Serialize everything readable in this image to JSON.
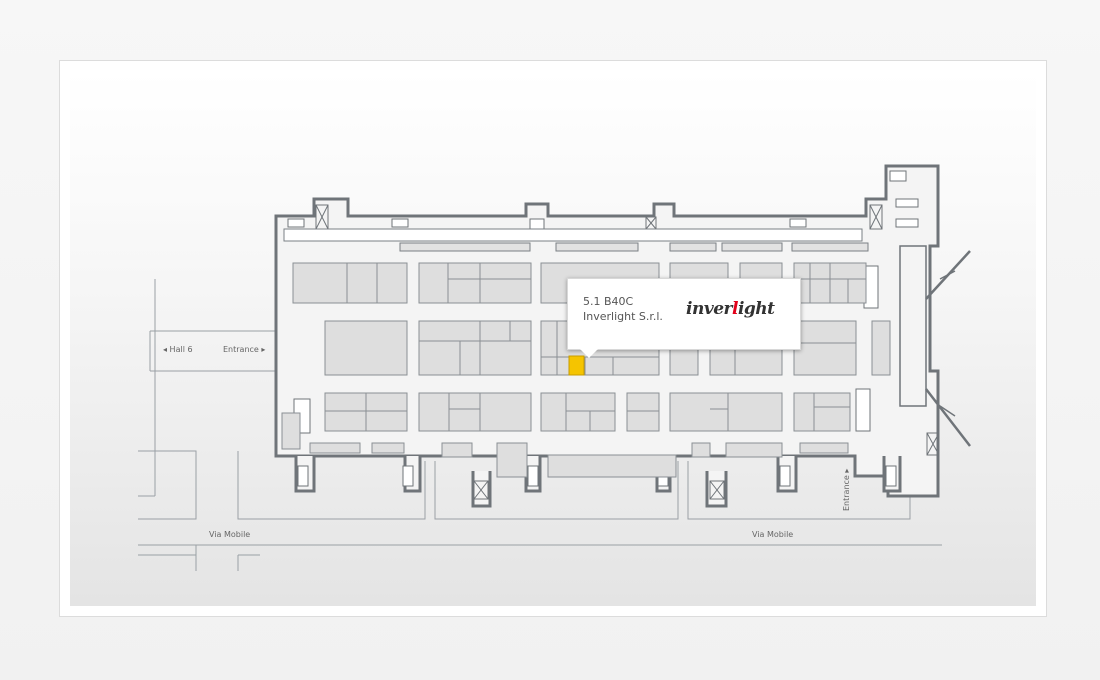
{
  "map": {
    "labels": {
      "hall_6": "◂ Hall 6",
      "entrance_left": "Entrance ▸",
      "via_mobile_left": "Via Mobile",
      "via_mobile_right": "Via Mobile",
      "entrance_right": "Entrance ▸"
    },
    "highlight_color": "#f5c400",
    "wall_color": "#6f7479",
    "booth_fill": "#dedede"
  },
  "callout": {
    "booth_code": "5.1 B40C",
    "exhibitor_name": "Inverlight S.r.l.",
    "logo_text_prefix": "inver",
    "logo_text_accent": "l",
    "logo_text_suffix": "ight",
    "logo_icon": "inverlight-logo"
  }
}
